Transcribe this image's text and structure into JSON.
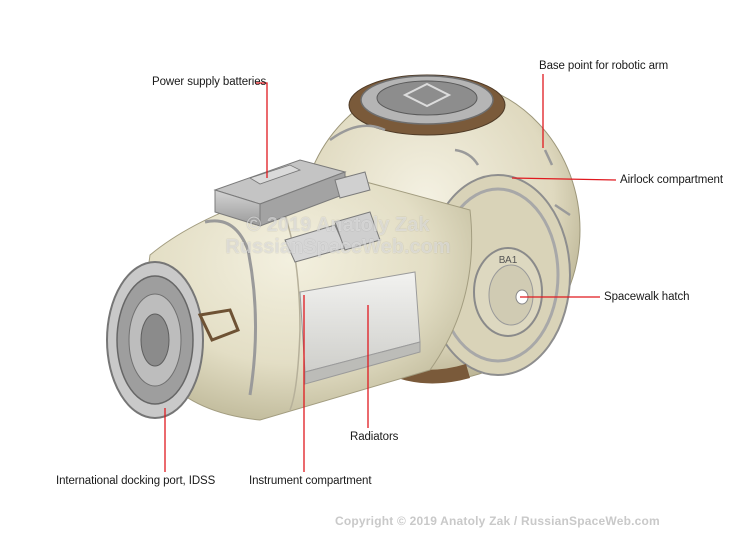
{
  "labels": {
    "power_batteries": "Power supply batteries",
    "robotic_arm_base": "Base point for robotic arm",
    "airlock": "Airlock compartment",
    "spacewalk_hatch": "Spacewalk hatch",
    "radiators": "Radiators",
    "docking_port": "International docking port, IDSS",
    "instrument_compartment": "Instrument compartment"
  },
  "hatch_marking": "ВА1",
  "watermark": {
    "line1": "© 2019 Anatoly Zak",
    "line2": "RussianSpaceWeb.com"
  },
  "copyright": "Copyright © 2019 Anatoly Zak / RussianSpaceWeb.com",
  "colors": {
    "leader_line": "#e0191f",
    "shell": "#e6e2cc",
    "shell_shadow": "#c8c3a6",
    "ring": "#a9a9a9",
    "brown_band": "#7a5a3a",
    "copyright": "#c9c9c9"
  }
}
